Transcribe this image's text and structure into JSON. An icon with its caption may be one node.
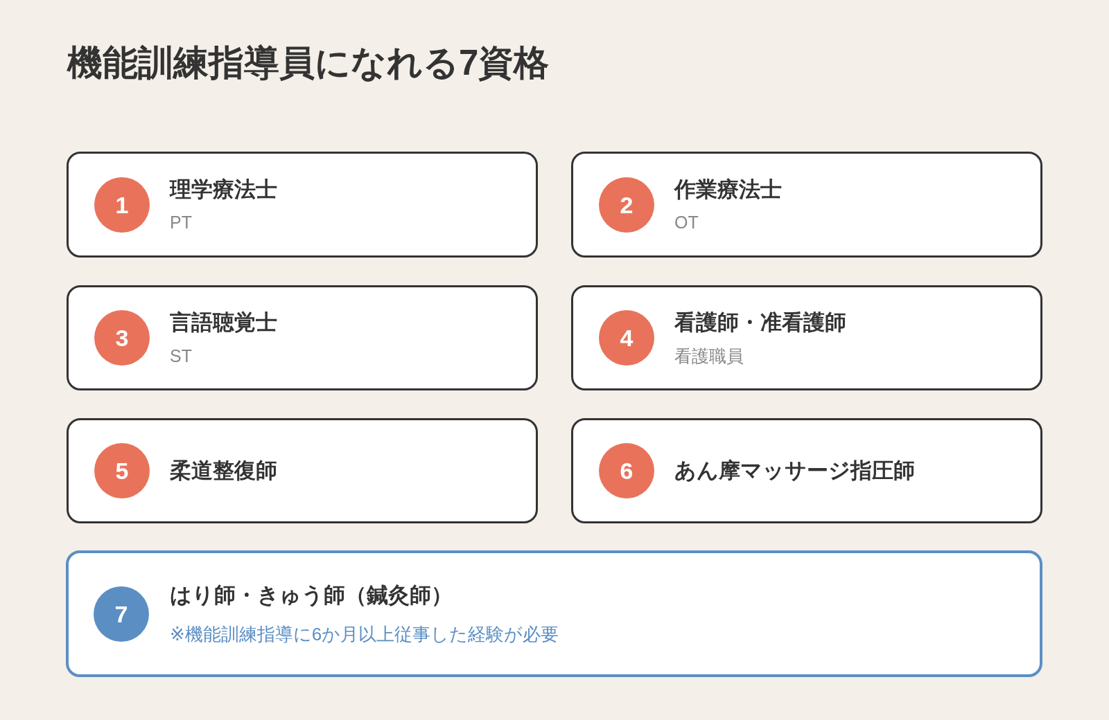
{
  "diagram": {
    "title": "機能訓練指導員になれる7資格",
    "nodes": [
      {
        "text": [
          "理学療法士",
          "PT"
        ]
      },
      {
        "text": [
          "1"
        ],
        "in": 0
      },
      {
        "text": [
          "作業療法士",
          "OT"
        ]
      },
      {
        "text": [
          "2"
        ],
        "in": 2
      },
      {
        "text": [
          "言語聴覚士",
          "ST"
        ]
      },
      {
        "text": [
          "3"
        ],
        "in": 4
      },
      {
        "text": [
          "看護師・准看護師",
          "看護職員"
        ]
      },
      {
        "text": [
          "4"
        ],
        "in": 6
      },
      {
        "text": [
          "柔道整復師"
        ]
      },
      {
        "text": [
          "5"
        ],
        "in": 8
      },
      {
        "text": [
          "あん摩マッサージ指圧師"
        ]
      },
      {
        "text": [
          "6"
        ],
        "in": 10
      },
      {
        "text": [
          "はり師・きゅう師（鍼灸師）",
          "※機能訓練指導に6か月以上従事した経験が必要"
        ]
      },
      {
        "text": [
          "7"
        ],
        "in": 12
      }
    ]
  }
}
